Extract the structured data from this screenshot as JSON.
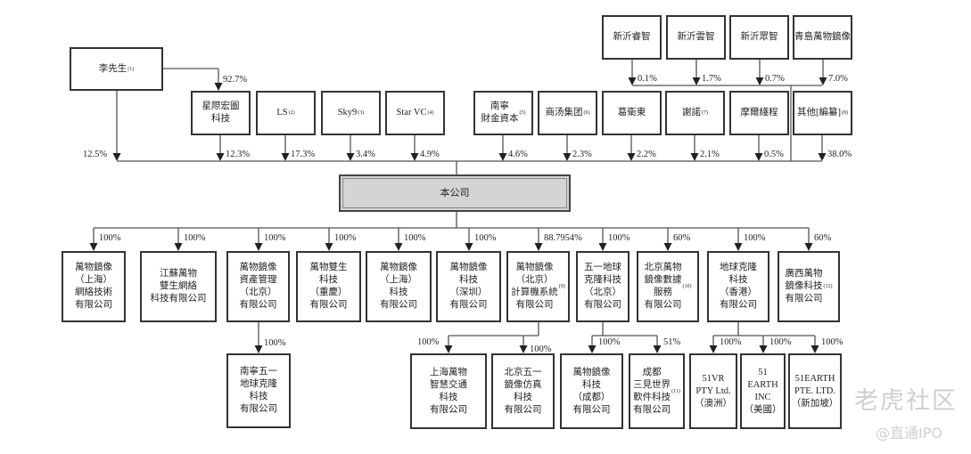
{
  "top_holders": [
    {
      "name": "新沂睿智",
      "sup": "",
      "pct": "0.1%"
    },
    {
      "name": "新沂雲智",
      "sup": "",
      "pct": "1.7%"
    },
    {
      "name": "新沂眾智",
      "sup": "",
      "pct": "0.7%"
    },
    {
      "name": "青島萬物鏡像",
      "sup": "",
      "pct": "7.0%"
    }
  ],
  "founder": {
    "name": "李先生",
    "sup": "(1)",
    "pct_direct": "12.5%",
    "pct_holding": "92.7%"
  },
  "shareholders": [
    {
      "name": "星際宏圖\n科技",
      "sup": "",
      "pct": "12.3%"
    },
    {
      "name": "LS",
      "sup": "(2)",
      "pct": "17.3%"
    },
    {
      "name": "Sky9",
      "sup": "(3)",
      "pct": "3.4%"
    },
    {
      "name": "Star VC",
      "sup": "(4)",
      "pct": "4.9%"
    },
    {
      "name": "南寧\n財金資本",
      "sup": "(5)",
      "pct": "4.6%"
    },
    {
      "name": "商汤集团",
      "sup": "(6)",
      "pct": "2.3%"
    },
    {
      "name": "葛衛東",
      "sup": "",
      "pct": "2.2%"
    },
    {
      "name": "謝諾",
      "sup": "(7)",
      "pct": "2.1%"
    },
    {
      "name": "摩爾綫程",
      "sup": "",
      "pct": "0.5%"
    },
    {
      "name": "其他[編纂]",
      "sup": "(8)",
      "pct": "38.0%"
    }
  ],
  "company": {
    "name": "本公司"
  },
  "subsidiaries": [
    {
      "name": "萬物鏡像\n（上海）\n網絡技術\n有限公司",
      "sup": "",
      "pct": "100%"
    },
    {
      "name": "江蘇萬物\n雙生網絡\n科技有限公司",
      "sup": "",
      "pct": "100%"
    },
    {
      "name": "萬物鏡像\n資產管理\n（北京）\n有限公司",
      "sup": "",
      "pct": "100%"
    },
    {
      "name": "萬物雙生\n科技\n（重慶）\n有限公司",
      "sup": "",
      "pct": "100%"
    },
    {
      "name": "萬物鏡像\n（上海）\n科技\n有限公司",
      "sup": "",
      "pct": "100%"
    },
    {
      "name": "萬物鏡像\n科技\n（深圳）\n有限公司",
      "sup": "",
      "pct": "100%"
    },
    {
      "name": "萬物鏡像\n（北京）\n計算機系統\n有限公司",
      "sup": "(9)",
      "pct": "88.7954%"
    },
    {
      "name": "五一地球\n克隆科技\n（北京）\n有限公司",
      "sup": "",
      "pct": "100%"
    },
    {
      "name": "北京萬物\n鏡像數據\n服務\n有限公司",
      "sup": "(10)",
      "pct": "60%"
    },
    {
      "name": "地球克隆\n科技\n（香港）\n有限公司",
      "sup": "",
      "pct": "100%"
    },
    {
      "name": "廣西萬物\n鏡像科技\n有限公司",
      "sup": "(12)",
      "pct": "60%"
    }
  ],
  "second_level": [
    {
      "parent": 2,
      "name": "南寧五一\n地球克隆\n科技\n有限公司",
      "sup": "",
      "pct": "100%"
    },
    {
      "parent": 6,
      "name": "上海萬物\n智慧交通\n科技\n有限公司",
      "sup": "",
      "pct": "100%"
    },
    {
      "parent": 6,
      "name": "北京五一\n鏡像仿真\n科技\n有限公司",
      "sup": "",
      "pct": "100%"
    },
    {
      "parent": 7,
      "name": "萬物鏡像\n科技\n（成都）\n有限公司",
      "sup": "",
      "pct": "100%"
    },
    {
      "parent": 7,
      "name": "成都\n三見世界\n軟件科技\n有限公司",
      "sup": "(11)",
      "pct": "51%"
    },
    {
      "parent": 9,
      "name": "51VR\nPTY Ltd.\n（澳洲）",
      "sup": "",
      "pct": "100%"
    },
    {
      "parent": 9,
      "name": "51\nEARTH\nINC\n（美國）",
      "sup": "",
      "pct": "100%"
    },
    {
      "parent": 9,
      "name": "51EARTH\nPTE. LTD.\n（新加坡）",
      "sup": "",
      "pct": "100%"
    }
  ],
  "watermark": {
    "brand": "老虎社区",
    "source": "@直通IPO"
  },
  "colors": {
    "box_border": "#333333",
    "company_fill": "#d4d4d4",
    "line": "#555555"
  }
}
